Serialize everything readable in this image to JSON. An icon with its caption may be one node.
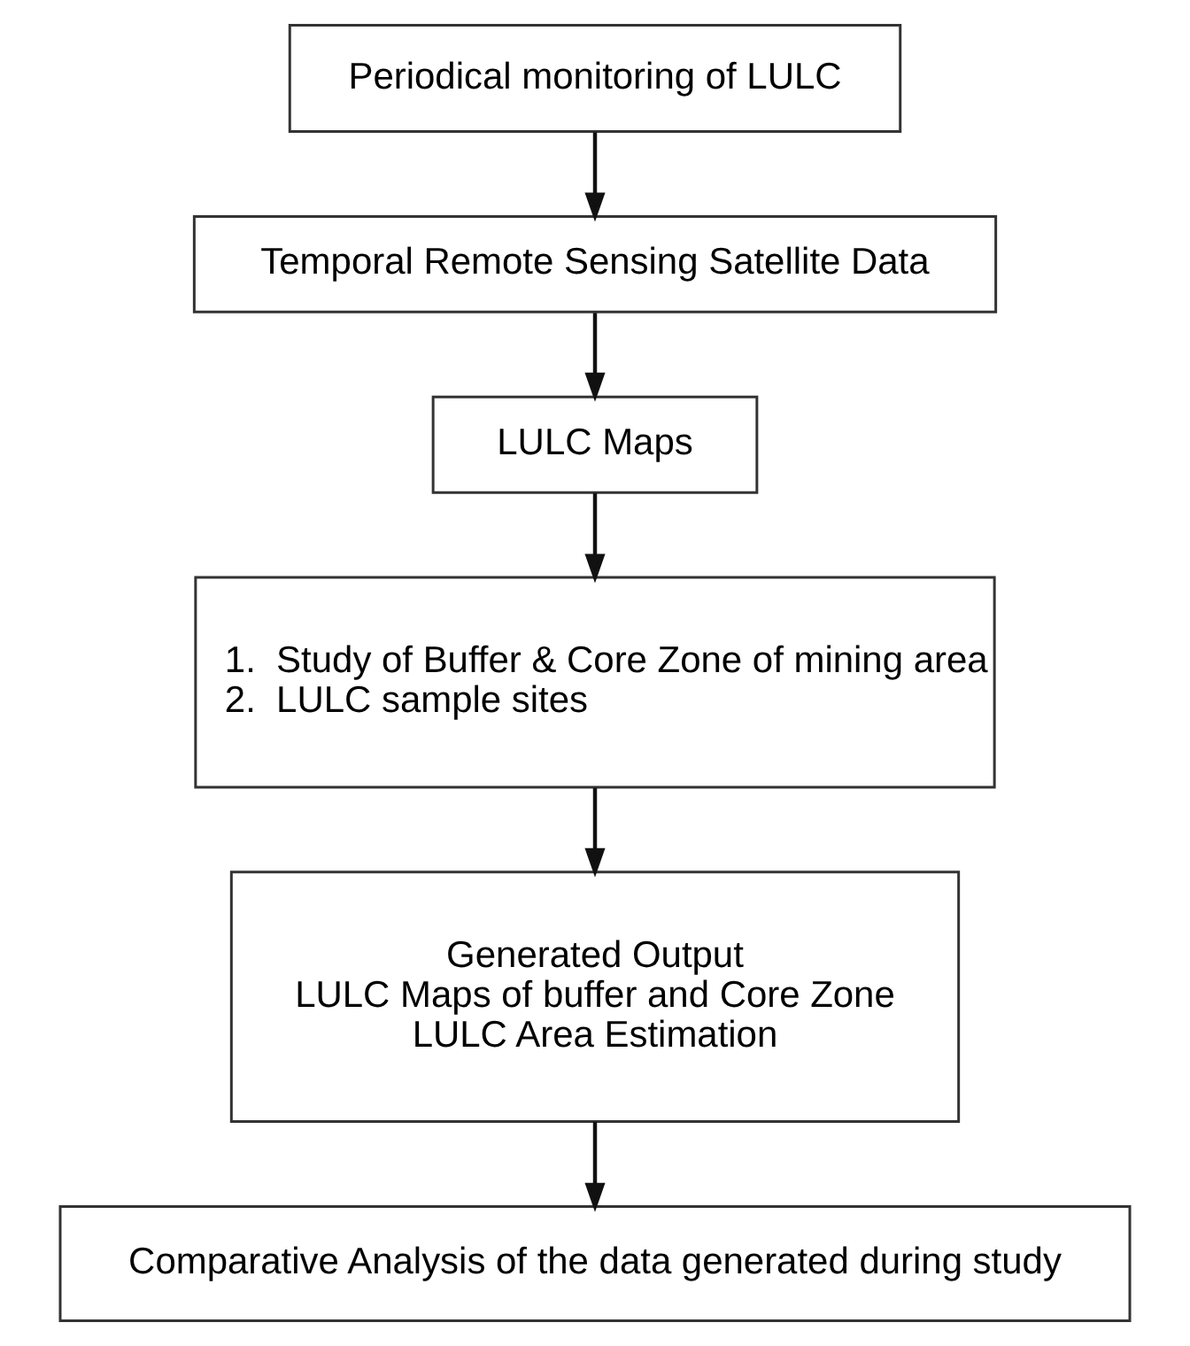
{
  "diagram": {
    "nodes": [
      {
        "text": [
          "Periodical monitoring of LULC"
        ]
      },
      {
        "text": [
          "Temporal Remote Sensing Satellite Data"
        ]
      },
      {
        "text": [
          "LULC Maps"
        ]
      },
      {
        "text": [
          "1.\tStudy of Buffer & Core Zone of mining area",
          "2.\tLULC sample sites"
        ]
      },
      {
        "text": [
          "Generated Output",
          "LULC Maps of buffer and Core Zone",
          "LULC Area Estimation"
        ]
      },
      {
        "text": [
          "Comparative Analysis of the data generated during study"
        ]
      }
    ],
    "edges": [
      {
        "from": 0,
        "to": 1,
        "arrow": "to"
      },
      {
        "from": 1,
        "to": 2,
        "arrow": "to"
      },
      {
        "from": 2,
        "to": 3,
        "arrow": "to"
      },
      {
        "from": 3,
        "to": 4,
        "arrow": "to"
      },
      {
        "from": 4,
        "to": 5,
        "arrow": "to"
      }
    ]
  }
}
